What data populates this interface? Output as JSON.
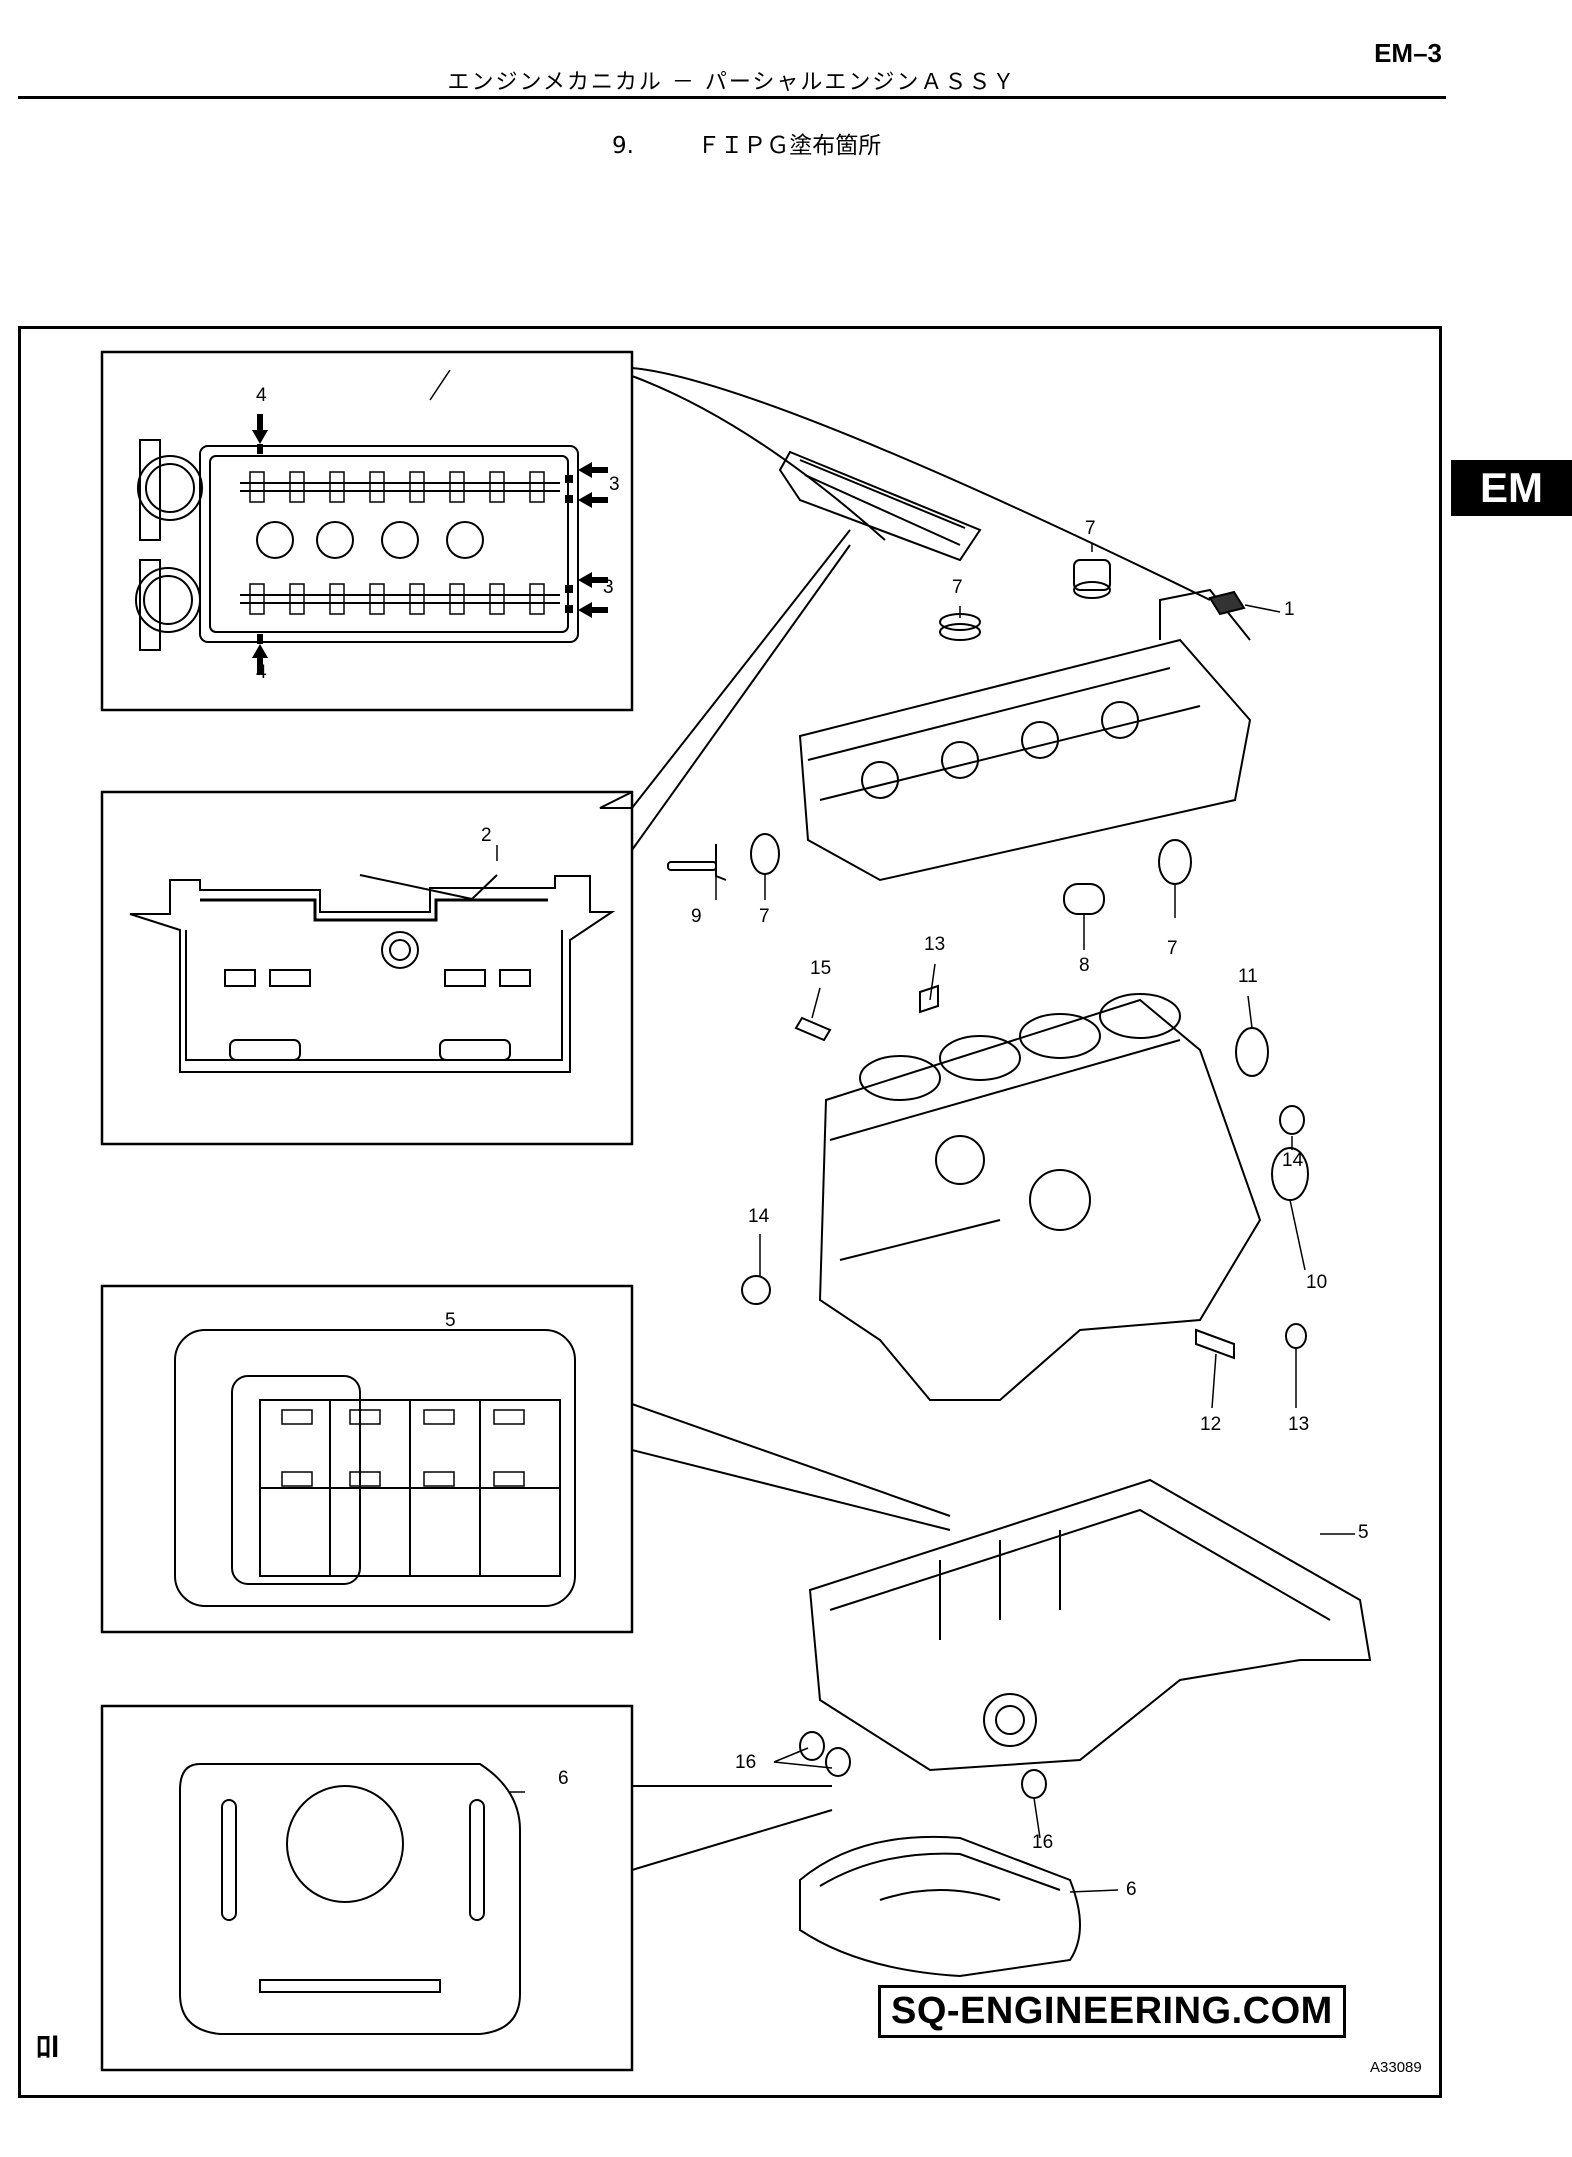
{
  "header": {
    "page_number": "EM–3",
    "title": "エンジンメカニカル － パーシャルエンジンＡＳＳＹ"
  },
  "section": {
    "number": "9.",
    "title": "ＦＩＰＧ塗布箇所"
  },
  "side_tab": "EM",
  "figure": {
    "callouts": {
      "c1": "1",
      "c2": "2",
      "c3a": "3",
      "c3b": "3",
      "c4a": "4",
      "c4b": "4",
      "c5a": "5",
      "c5b": "5",
      "c6a": "6",
      "c6b": "6",
      "c7a": "7",
      "c7b": "7",
      "c7c": "7",
      "c7d": "7",
      "c8": "8",
      "c9": "9",
      "c10": "10",
      "c11": "11",
      "c12": "12",
      "c13a": "13",
      "c13b": "13",
      "c14a": "14",
      "c14b": "14",
      "c15": "15",
      "c16a": "16",
      "c16b": "16"
    },
    "code": "A33089",
    "corner_mark": "ﾛl"
  },
  "watermark": "SQ-ENGINEERING.COM",
  "colors": {
    "ink": "#000000",
    "paper": "#ffffff",
    "tab_bg": "#000000",
    "tab_text": "#ffffff"
  }
}
